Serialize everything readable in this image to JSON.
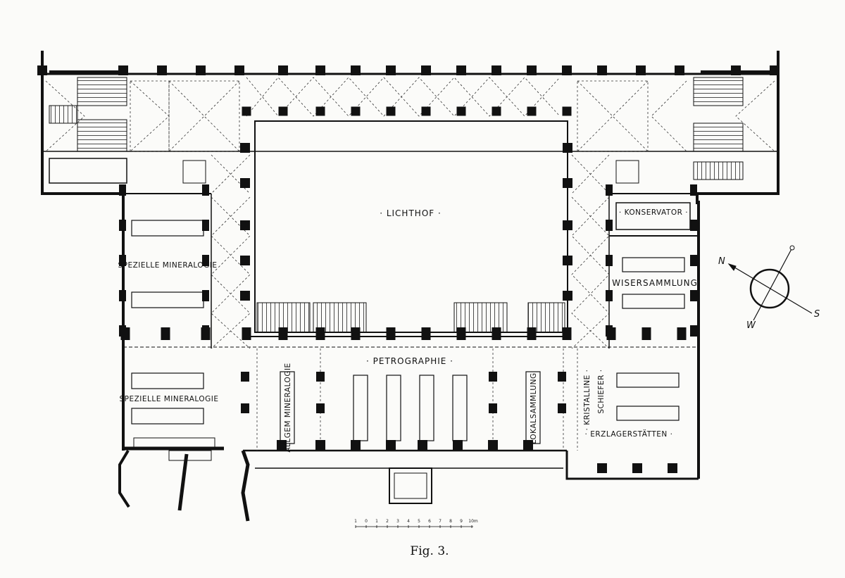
{
  "labels": {
    "lichthof": "· LICHTHOF ·",
    "spezielle_upper": "SPEZIELLE MINERALOGIE",
    "spezielle_lower": "SPEZIELLE MINERALOGIE",
    "allgem": "ALLGEM MINERALOGIE",
    "petrographie": "· PETROGRAPHIE ·",
    "lokal": "LOKALSAMMLUNG",
    "kristalline": "· KRISTALLINE ·",
    "schiefer": "SCHIEFER ·",
    "erzlager": "· ERZLAGERSTÄTTEN ·",
    "konservator": "· KONSERVATOR ·",
    "wiser": "WISERSAMMLUNG"
  },
  "compass": {
    "n": "N",
    "s": "S",
    "w": "W"
  },
  "scale": {
    "ticks": [
      "1",
      "0",
      "1",
      "2",
      "3",
      "4",
      "5",
      "6",
      "7",
      "8",
      "9",
      "10m"
    ]
  },
  "caption": "Fig. 3."
}
